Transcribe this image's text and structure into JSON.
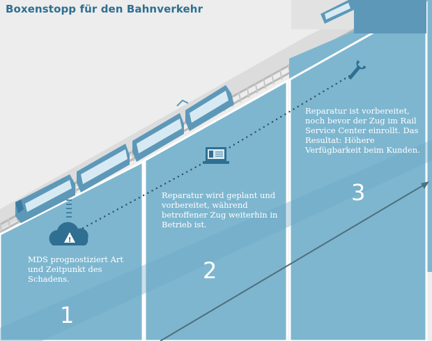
{
  "title": "Boxenstopp für den Bahnverkehr",
  "steps": [
    {
      "number": "1",
      "text": "MDS prognostiziert Art und Zeitpunkt des Schadens."
    },
    {
      "number": "2",
      "text": "Reparatur wird geplant und vorbereitet, während betroffener Zug weiterhin in Betrieb ist."
    },
    {
      "number": "3",
      "text": "Reparatur ist vorbereitet, noch bevor der Zug im Rail Service Center einrollt. Das Resultat: Höhere Verfügbarkeit beim Kunden."
    }
  ],
  "icons": {
    "cloud_warning": "cloud-warning-icon",
    "laptop": "laptop-icon",
    "wrench": "wrench-icon",
    "alert_symbol": "!"
  },
  "colors": {
    "background": "#ededed",
    "panel": "#7eb6cf",
    "panel_border": "#ffffff",
    "train": "#5d98b8",
    "train_window": "#d7eaf3",
    "icon": "#2f6f91",
    "title": "#2f6f91"
  }
}
